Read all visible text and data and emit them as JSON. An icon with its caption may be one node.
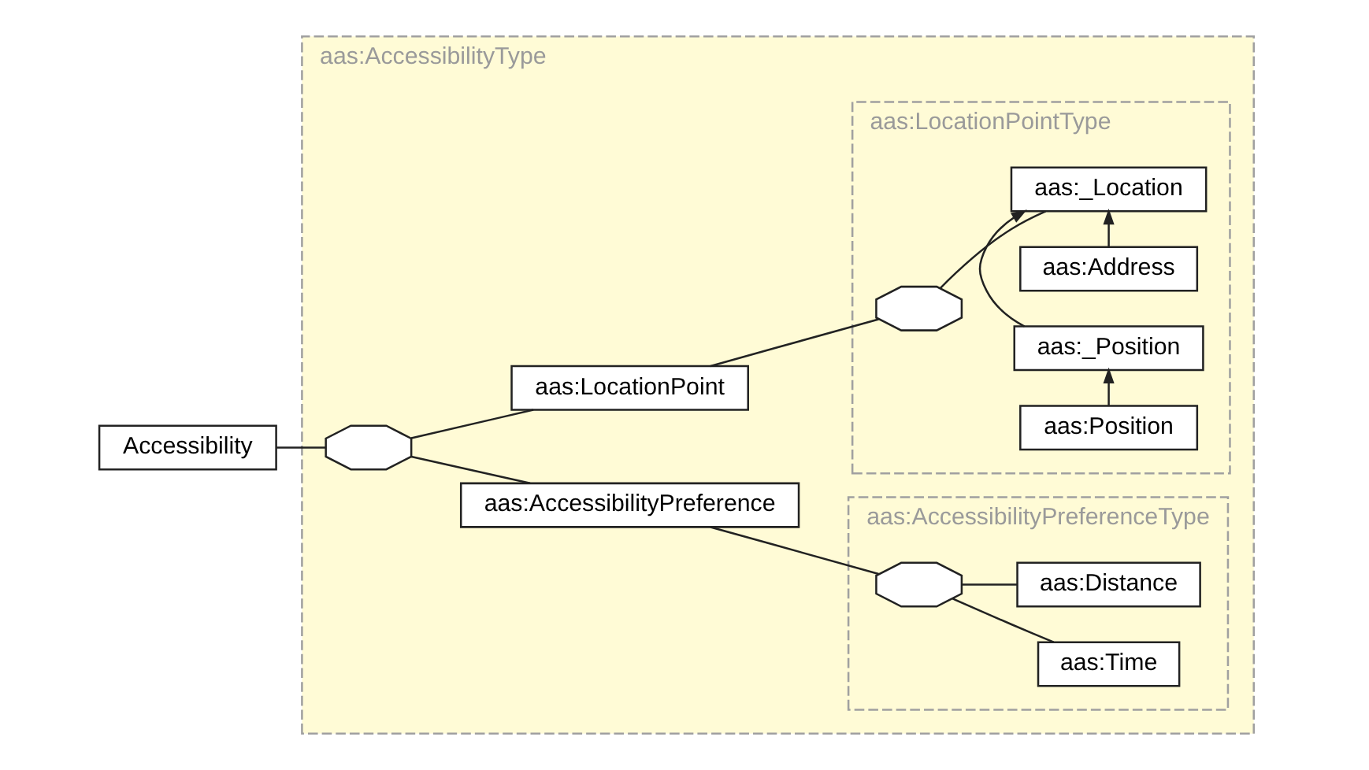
{
  "diagram": {
    "nodes": [
      {
        "text": [
          "Accessibility"
        ]
      },
      {
        "text": [
          "aas:AccessibilityType"
        ]
      },
      {
        "text": [],
        "shape": "octagon",
        "in": 1
      },
      {
        "text": [
          "aas:AccessibilityPreference"
        ],
        "in": 1
      },
      {
        "text": [
          "aas:AccessibilityPreferenceType"
        ],
        "in": 1
      },
      {
        "text": [],
        "shape": "octagon",
        "in": 4
      },
      {
        "text": [
          "aas:Time"
        ],
        "in": 4
      },
      {
        "text": [
          "aas:Distance"
        ],
        "in": 4
      },
      {
        "text": [
          "aas:LocationPoint"
        ],
        "in": 1
      },
      {
        "text": [
          "aas:LocationPointType"
        ],
        "in": 1
      },
      {
        "text": [],
        "shape": "octagon",
        "in": 9
      },
      {
        "text": [
          "aas:_Location"
        ],
        "in": 9
      },
      {
        "text": [
          "aas:Address"
        ],
        "in": 9
      },
      {
        "text": [
          "aas:_Position"
        ],
        "in": 9
      },
      {
        "text": [
          "aas:Position"
        ],
        "in": 9
      }
    ],
    "edges": [
      {
        "from": 0,
        "to": 2,
        "arrow": "none"
      },
      {
        "from": 2,
        "to": 3,
        "arrow": "none"
      },
      {
        "from": 2,
        "to": 8,
        "arrow": "none"
      },
      {
        "from": 3,
        "to": 5,
        "arrow": "none"
      },
      {
        "from": 5,
        "to": 6,
        "arrow": "none"
      },
      {
        "from": 5,
        "to": 7,
        "arrow": "none"
      },
      {
        "from": 8,
        "to": 10,
        "arrow": "none"
      },
      {
        "from": 10,
        "to": 11,
        "arrow": "none"
      },
      {
        "from": 12,
        "to": 11,
        "arrow": "to"
      },
      {
        "from": 13,
        "to": 11,
        "arrow": "to"
      },
      {
        "from": 14,
        "to": 13,
        "arrow": "to"
      }
    ]
  }
}
